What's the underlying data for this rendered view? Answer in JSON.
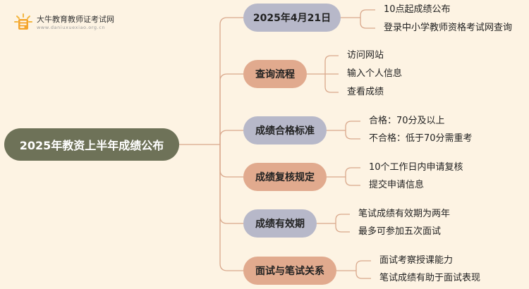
{
  "logo": {
    "title": "大牛教育教师证考试网",
    "url": "www.daniuxuexiao.org.cn",
    "icon": "book-badge-icon"
  },
  "mindmap": {
    "root": "2025年教资上半年成绩公布",
    "branches": [
      {
        "label": "2025年4月21日",
        "style": "gray",
        "leaves": [
          "10点起成绩公布",
          "登录中小学教师资格考试网查询"
        ]
      },
      {
        "label": "查询流程",
        "style": "tan",
        "leaves": [
          "访问网站",
          "输入个人信息",
          "查看成绩"
        ]
      },
      {
        "label": "成绩合格标准",
        "style": "gray",
        "leaves": [
          "合格：70分及以上",
          "不合格：低于70分需重考"
        ]
      },
      {
        "label": "成绩复核规定",
        "style": "tan",
        "leaves": [
          "10个工作日内申请复核",
          "提交申请信息"
        ]
      },
      {
        "label": "成绩有效期",
        "style": "gray",
        "leaves": [
          "笔试成绩有效期为两年",
          "最多可参加五次面试"
        ]
      },
      {
        "label": "面试与笔试关系",
        "style": "tan",
        "leaves": [
          "面试考察授课能力",
          "笔试成绩有助于面试表现"
        ]
      }
    ]
  },
  "colors": {
    "background": "#fdf3e3",
    "root": "#6e7258",
    "branch_gray": "#b7b8c9",
    "branch_tan": "#e1aa8e",
    "connector": "#d9a88c"
  }
}
